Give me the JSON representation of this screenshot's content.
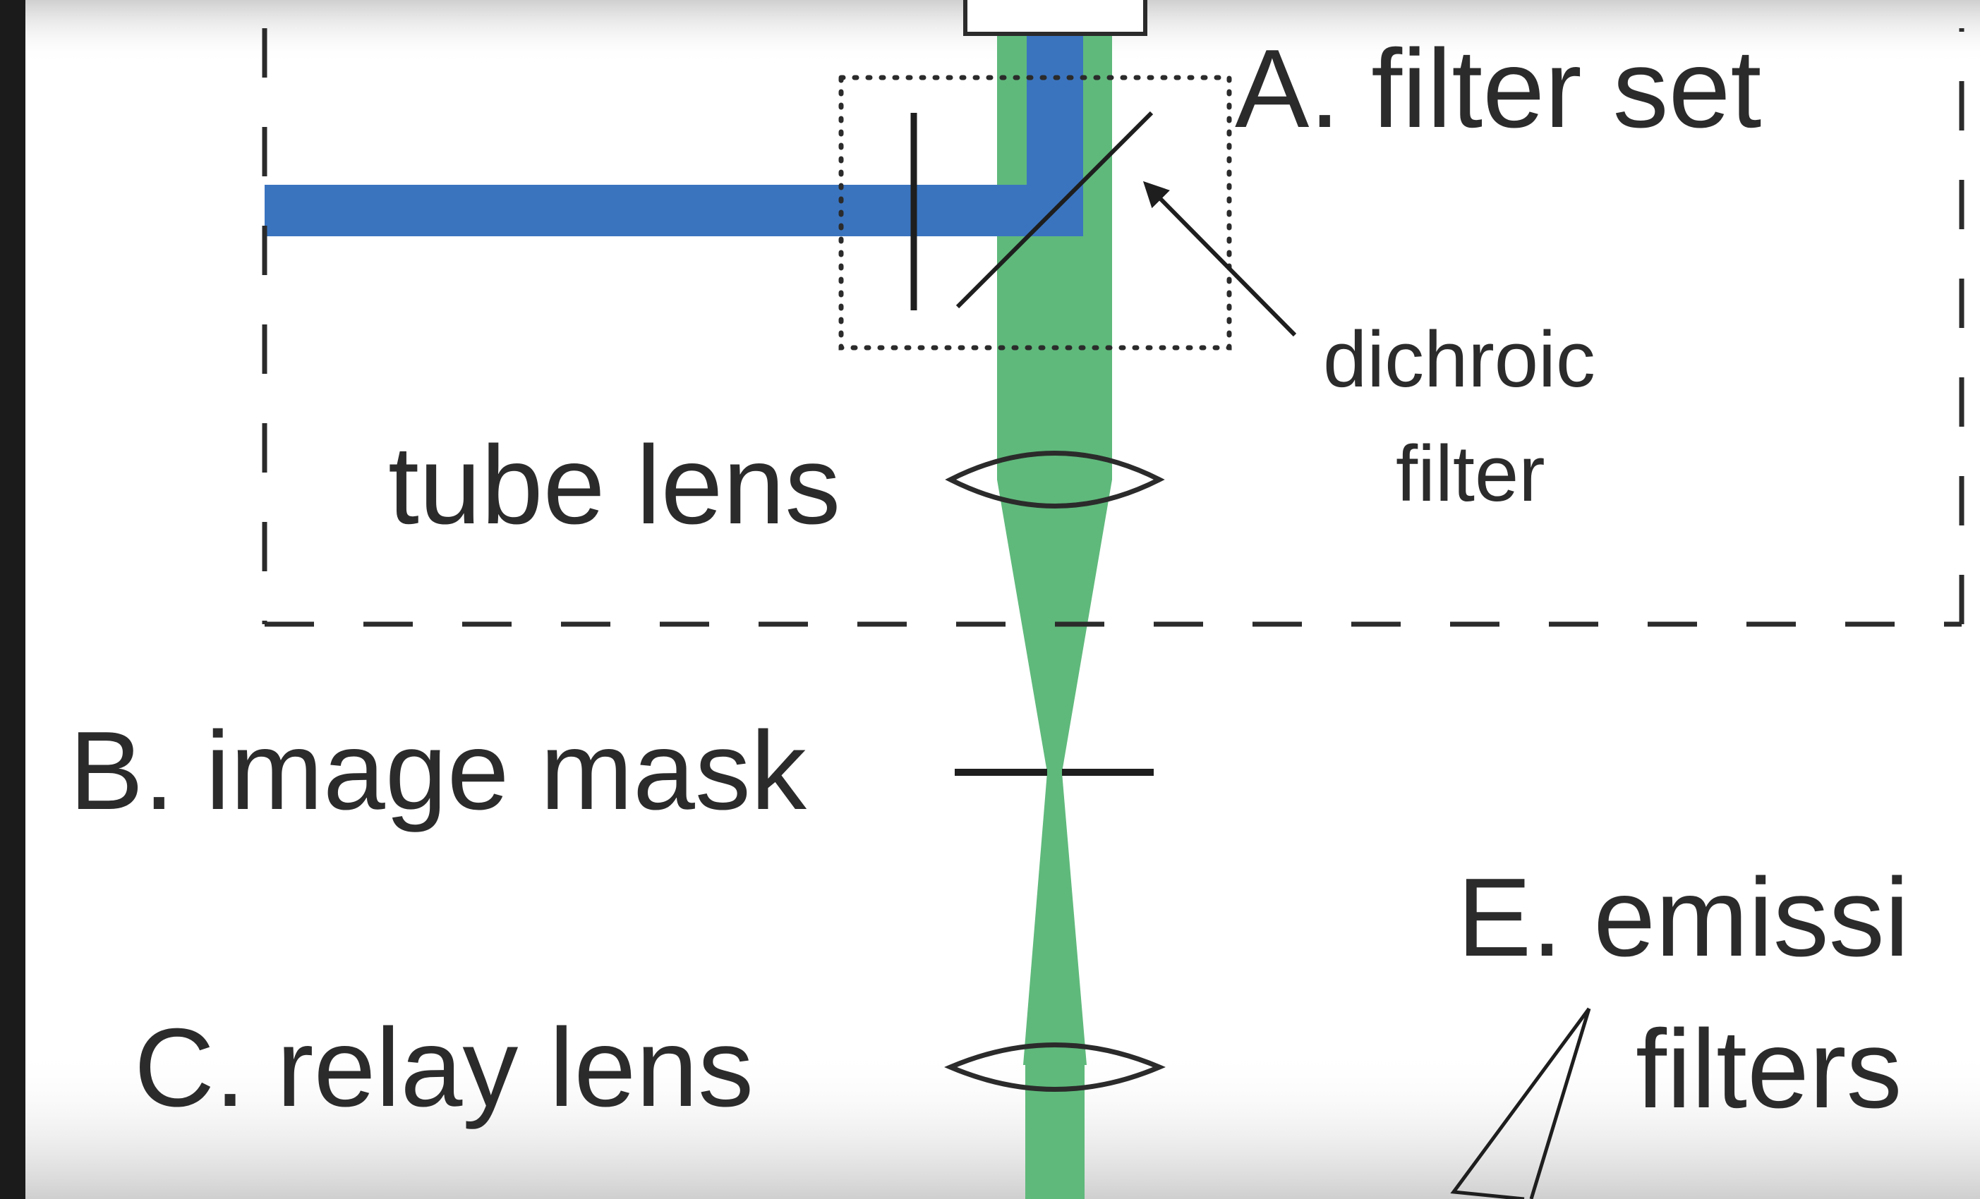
{
  "labels": {
    "filter_set": "A. filter set",
    "dichroic_line1": "dichroic",
    "dichroic_line2": "filter",
    "tube_lens": "tube lens",
    "image_mask": "B. image mask",
    "relay_lens": "C. relay lens",
    "emission_line1": "E. emissi",
    "emission_line2": "filters"
  },
  "colors": {
    "excitation_beam": "#3a74bf",
    "emission_beam": "#5fb97b",
    "outline": "#2b2b2b",
    "left_bar": "#1b1b1b",
    "background": "#ffffff"
  }
}
